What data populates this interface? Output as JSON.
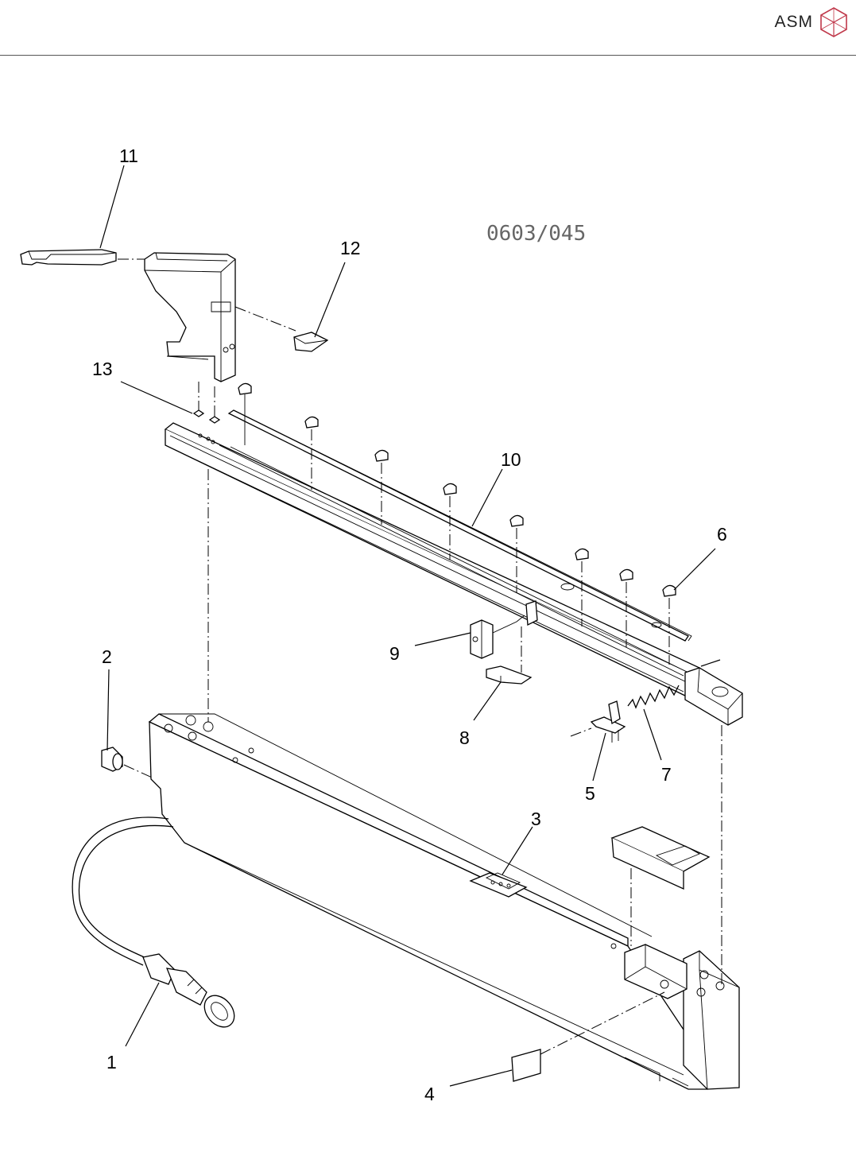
{
  "header": {
    "brand": "ASM",
    "logo_icon": "asm-cube-logo-icon",
    "accent_color": "#c0394b"
  },
  "drawing": {
    "doc_number": "0603/045",
    "callouts": [
      "1",
      "2",
      "3",
      "4",
      "5",
      "6",
      "7",
      "8",
      "9",
      "10",
      "11",
      "12",
      "13"
    ]
  }
}
